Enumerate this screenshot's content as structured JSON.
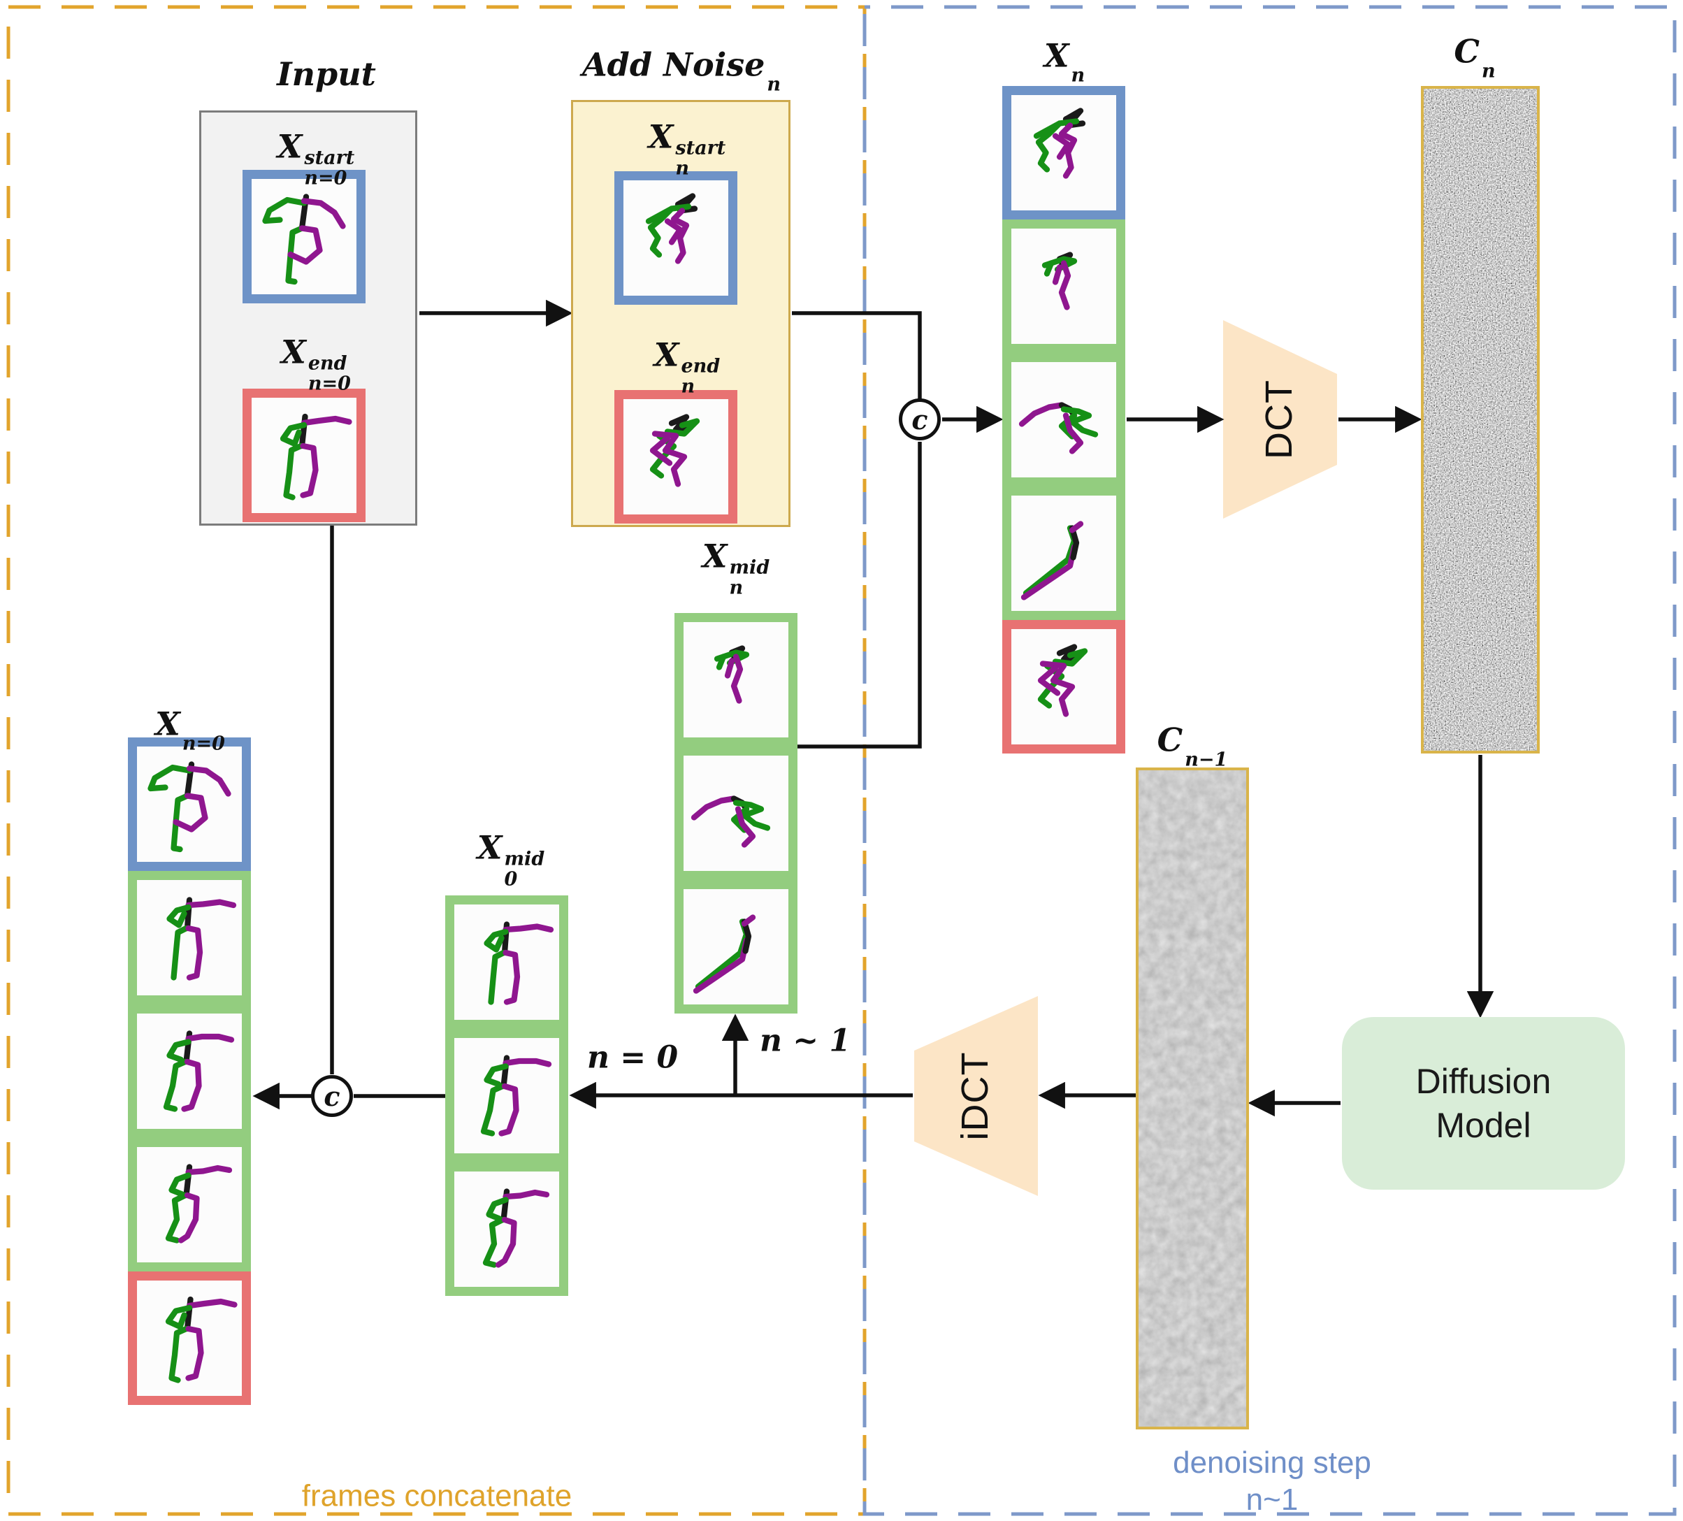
{
  "labels": {
    "input_title": "Input",
    "add_noise": {
      "base": "Add Noise",
      "sup": "",
      "sub": "n"
    },
    "x_start_n0": {
      "base": "X",
      "sup": "start",
      "sub": "n=0"
    },
    "x_end_n0": {
      "base": "X",
      "sup": "end",
      "sub": "n=0"
    },
    "x_start_n": {
      "base": "X",
      "sup": "start",
      "sub": "n"
    },
    "x_end_n": {
      "base": "X",
      "sup": "end",
      "sub": "n"
    },
    "x_n": {
      "base": "X",
      "sup": "",
      "sub": "n"
    },
    "x_n_mid": {
      "base": "X",
      "sup": "mid",
      "sub": "n"
    },
    "c_n": {
      "base": "C",
      "sup": "",
      "sub": "n"
    },
    "c_n_minus_1": {
      "base": "C",
      "sup": "",
      "sub": "n−1"
    },
    "x_0_mid": {
      "base": "X",
      "sup": "mid",
      "sub": "0"
    },
    "x_n0": {
      "base": "X",
      "sup": "",
      "sub": "n=0"
    },
    "n_eq_0": "n = 0",
    "n_sim_1": "n ~ 1",
    "concat_symbol": "c"
  },
  "blocks": {
    "dct": "DCT",
    "idct": "iDCT",
    "diffusion_line1": "Diffusion",
    "diffusion_line2": "Model"
  },
  "captions": {
    "left": "frames concatenate",
    "right_line1": "denoising step",
    "right_line2": "n~1"
  },
  "columns": {
    "input": {
      "frames": [
        {
          "border": "blue",
          "pose": "walkA"
        },
        {
          "border": "red",
          "pose": "standA"
        }
      ]
    },
    "addnoise": {
      "frames": [
        {
          "border": "blue",
          "pose": "noisyStart"
        },
        {
          "border": "red",
          "pose": "noisyEnd"
        }
      ]
    },
    "xn": {
      "frames": [
        {
          "border": "blue",
          "pose": "noisyStart"
        },
        {
          "border": "green",
          "pose": "noisyA"
        },
        {
          "border": "green",
          "pose": "noisyArch"
        },
        {
          "border": "green",
          "pose": "noisyLean"
        },
        {
          "border": "red",
          "pose": "noisyEnd"
        }
      ]
    },
    "xnmid": {
      "frames": [
        {
          "border": "green",
          "pose": "noisyA"
        },
        {
          "border": "green",
          "pose": "noisyArch"
        },
        {
          "border": "green",
          "pose": "noisyLean"
        }
      ]
    },
    "x0mid": {
      "frames": [
        {
          "border": "green",
          "pose": "standB"
        },
        {
          "border": "green",
          "pose": "standC"
        },
        {
          "border": "green",
          "pose": "standD"
        }
      ]
    },
    "xn0": {
      "frames": [
        {
          "border": "blue",
          "pose": "walkA"
        },
        {
          "border": "green",
          "pose": "standB"
        },
        {
          "border": "green",
          "pose": "standC"
        },
        {
          "border": "green",
          "pose": "standD"
        },
        {
          "border": "red",
          "pose": "standA"
        }
      ]
    }
  },
  "colors": {
    "frame": {
      "blue": "#6E93C7",
      "green": "#93CD7F",
      "red": "#E87272"
    },
    "figure_green": "#169016",
    "figure_purple": "#8F168F",
    "figure_black": "#1A1A1A",
    "orange_dash": "#E2A42C",
    "blue_dash": "#7E99C9",
    "gold_border": "#D9B44A",
    "trapezoid_fill": "#FCE5C6",
    "diffusion_fill": "#D9EDD8",
    "input_fill": "#F2F2F2",
    "input_border": "#7C7C7C",
    "add_noise_fill": "#FBF2D0",
    "add_noise_border": "#CDA94E",
    "caption_left": "#DFA32B",
    "caption_right": "#6F8FC8",
    "arrow": "#111111"
  }
}
